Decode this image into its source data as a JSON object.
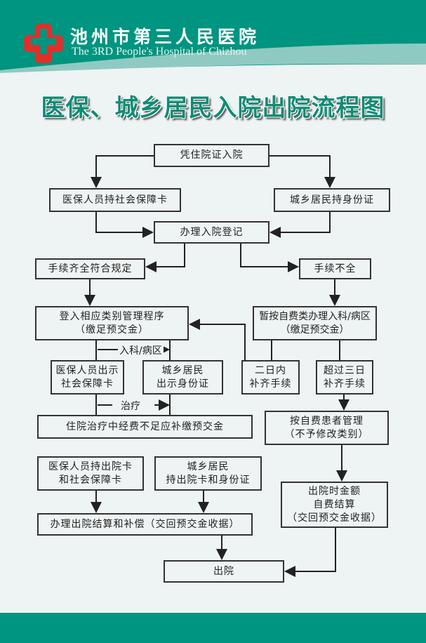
{
  "header": {
    "hospital_name_cn": "池州市第三人民医院",
    "hospital_name_en": "The 3RD People's Hospital of Chizhou"
  },
  "title": "医保、城乡居民入院出院流程图",
  "nodes": {
    "admit_cert": [
      "凭住院证入院"
    ],
    "insured_card": [
      "医保人员持社会保障卡"
    ],
    "resident_id": [
      "城乡居民持身份证"
    ],
    "register": [
      "办理入院登记"
    ],
    "complete": [
      "手续齐全符合规定"
    ],
    "incomplete": [
      "手续不全"
    ],
    "enter_category": [
      "登入相应类别管理程序",
      "（缴足预交金）"
    ],
    "self_pay_temp": [
      "暂按自费类办理入科/病区",
      "（缴足预交金）"
    ],
    "insured_show": [
      "医保人员出示",
      "社会保障卡"
    ],
    "resident_show": [
      "城乡居民",
      "出示身份证"
    ],
    "within_two": [
      "二日内",
      "补齐手续"
    ],
    "over_three": [
      "超过三日",
      "补齐手续"
    ],
    "top_up": [
      "住院治疗中经费不足应补缴预交金"
    ],
    "self_pay_manage": [
      "按自费患者管理",
      "（不予修改类别）"
    ],
    "insured_discharge": [
      "医保人员持出院卡",
      "和社会保障卡"
    ],
    "resident_discharge": [
      "城乡居民",
      "持出院卡和身份证"
    ],
    "self_settle": [
      "出院时金额",
      "自费结算",
      "（交回预交金收据）"
    ],
    "settle": [
      "办理出院结算和补偿（交回预交金收据）"
    ],
    "discharge": [
      "出院"
    ]
  },
  "labels": {
    "ward": "入科/病区",
    "treatment": "治疗"
  },
  "colors": {
    "teal": "#009580",
    "title": "#0f8c75",
    "logo": "#e0302a"
  }
}
